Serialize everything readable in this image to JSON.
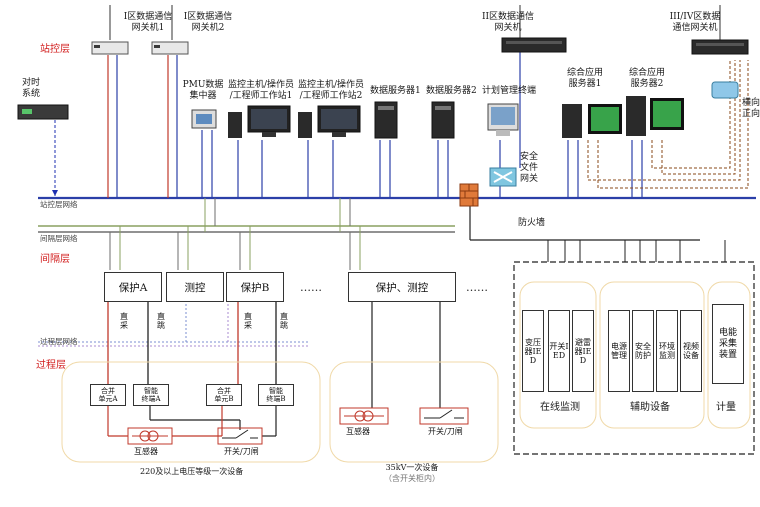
{
  "station": {
    "layer_label": "站控层",
    "gw1": {
      "line1": "I区数据通信",
      "line2": "网关机1"
    },
    "gw2": {
      "line1": "I区数据通信",
      "line2": "网关机2"
    },
    "gw3": {
      "line1": "II区数据通信",
      "line2": "网关机"
    },
    "gw4": {
      "line1": "III/IV区数据",
      "line2": "通信网关机"
    },
    "timing": {
      "line1": "对时",
      "line2": "系统"
    },
    "pmu": {
      "line1": "PMU数据",
      "line2": "集中器"
    },
    "ws1": {
      "line1": "监控主机/操作员",
      "line2": "/工程师工作站1"
    },
    "ws2": {
      "line1": "监控主机/操作员",
      "line2": "/工程师工作站2"
    },
    "db1": "数据服务器1",
    "db2": "数据服务器2",
    "plan": "计划管理终端",
    "app1": {
      "line1": "综合应用",
      "line2": "服务器1"
    },
    "app2": {
      "line1": "综合应用",
      "line2": "服务器2"
    },
    "isolation": {
      "line1": "安全",
      "line2": "文件",
      "line3": "网关"
    },
    "edge_cut": {
      "line1": "横向",
      "line2": "正向"
    },
    "network": "站控层网络",
    "firewall": "防火墙"
  },
  "bay": {
    "network": "间隔层网络",
    "layer_label": "间隔层",
    "prot_a": "保护A",
    "measure": "测控",
    "prot_b": "保护B",
    "dots1": "……",
    "prot_meas": "保护、测控",
    "dots2": "……"
  },
  "process": {
    "network": "过程层网络",
    "layer_label": "过程层",
    "sampling": "直采",
    "tripping": "直跳",
    "mu_a": {
      "line1": "合并",
      "line2": "单元A"
    },
    "it_a": {
      "line1": "智能",
      "line2": "终端A"
    },
    "mu_b": {
      "line1": "合并",
      "line2": "单元B"
    },
    "it_b": {
      "line1": "智能",
      "line2": "终端B"
    },
    "ct1": "互感器",
    "sw1": "开关/刀闸",
    "ct2": "互感器",
    "sw2": "开关/刀闸",
    "hv_caption": "220及以上电压等级一次设备",
    "mv_caption_1": "35kV一次设备",
    "mv_caption_2": "（含开关柜内）"
  },
  "aux": {
    "g1_items": [
      "变压器IED",
      "开关IED",
      "避雷器IED"
    ],
    "g1_label": "在线监测",
    "g2_items": [
      "电源管理",
      "安全防护",
      "环境监测",
      "视频设备"
    ],
    "g2_label": "辅助设备",
    "g3_item": "电能采集装置",
    "g3_label": "计量"
  }
}
